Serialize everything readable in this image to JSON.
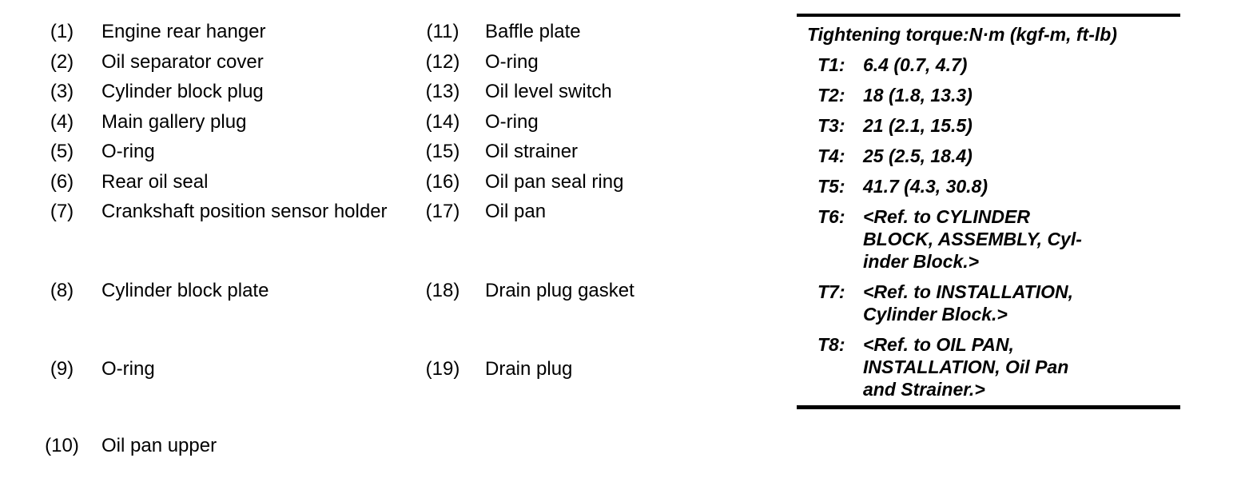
{
  "page": {
    "background_color": "#ffffff",
    "text_color": "#000000"
  },
  "parts_list": {
    "column1": [
      {
        "num": "(1)",
        "label": "Engine rear hanger"
      },
      {
        "num": "(2)",
        "label": "Oil separator cover"
      },
      {
        "num": "(3)",
        "label": "Cylinder block plug"
      },
      {
        "num": "(4)",
        "label": "Main gallery plug"
      },
      {
        "num": "(5)",
        "label": "O-ring"
      },
      {
        "num": "(6)",
        "label": "Rear oil seal"
      },
      {
        "num": "(7)",
        "label": "Crankshaft position sensor holder"
      },
      {
        "num": "(8)",
        "label": "Cylinder block plate"
      },
      {
        "num": "(9)",
        "label": "O-ring"
      },
      {
        "num": "(10)",
        "label": "Oil pan upper"
      }
    ],
    "column2": [
      {
        "num": "(11)",
        "label": "Baffle plate"
      },
      {
        "num": "(12)",
        "label": "O-ring"
      },
      {
        "num": "(13)",
        "label": "Oil level switch"
      },
      {
        "num": "(14)",
        "label": "O-ring"
      },
      {
        "num": "(15)",
        "label": "Oil strainer"
      },
      {
        "num": "(16)",
        "label": "Oil pan seal ring"
      },
      {
        "num": "(17)",
        "label": "Oil pan"
      },
      {
        "num": "(18)",
        "label": "Drain plug gasket"
      },
      {
        "num": "(19)",
        "label": "Drain plug"
      }
    ]
  },
  "torque_table": {
    "title": "Tightening torque:N·m (kgf-m, ft-lb)",
    "rows": [
      {
        "label": "T1:",
        "value": "6.4 (0.7, 4.7)"
      },
      {
        "label": "T2:",
        "value": "18 (1.8, 13.3)"
      },
      {
        "label": "T3:",
        "value": "21 (2.1, 15.5)"
      },
      {
        "label": "T4:",
        "value": "25 (2.5, 18.4)"
      },
      {
        "label": "T5:",
        "value": "41.7 (4.3, 30.8)"
      },
      {
        "label": "T6:",
        "value": "<Ref. to CYLINDER\nBLOCK, ASSEMBLY, Cyl-\ninder Block.>"
      },
      {
        "label": "T7:",
        "value": "<Ref. to INSTALLATION,\nCylinder Block.>"
      },
      {
        "label": "T8:",
        "value": "<Ref. to OIL PAN,\nINSTALLATION, Oil Pan\nand Strainer.>"
      }
    ]
  }
}
